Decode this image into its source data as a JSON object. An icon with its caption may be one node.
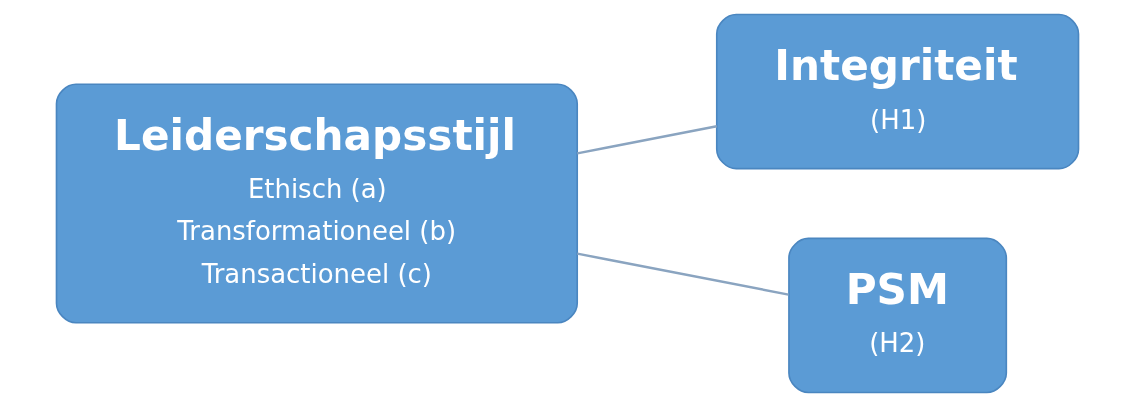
{
  "diagram": {
    "nodes": [
      {
        "text": [
          "Leiderschapsstijl",
          "Ethisch (a)",
          "Transformationeel (b)",
          "Transactioneel (c)"
        ]
      },
      {
        "text": [
          "Integriteit",
          "(H1)"
        ]
      },
      {
        "text": [
          "PSM",
          "(H2)"
        ]
      }
    ],
    "edges": [
      {
        "from": 0,
        "to": 1,
        "arrow": "none"
      },
      {
        "from": 0,
        "to": 2,
        "arrow": "none"
      }
    ]
  }
}
